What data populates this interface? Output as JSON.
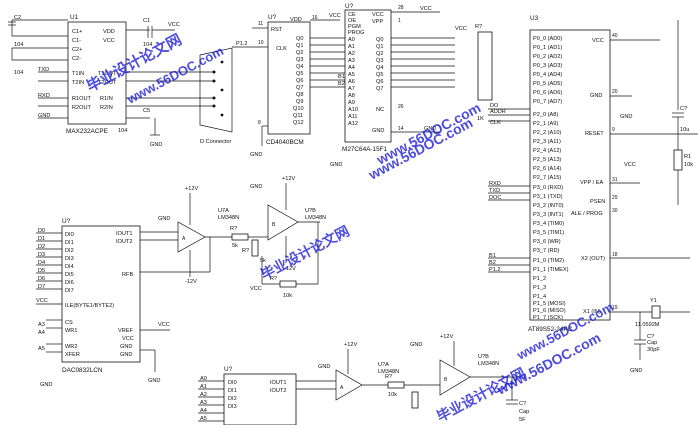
{
  "u1": {
    "ref": "U1",
    "name": "MAX232ACPE",
    "left": [
      "C1+",
      "C1-",
      "C2+",
      "C2-",
      "T1IN",
      "T2IN",
      "R1OUT",
      "R2OUT"
    ],
    "right": [
      "VDD",
      "VCC",
      "",
      "",
      "T1OUT",
      "T2OUT",
      "R1IN",
      "R2IN"
    ],
    "nets": [
      "TXD",
      "RXD",
      "GND"
    ]
  },
  "caps": [
    "C2",
    "104",
    "104",
    "C1",
    "104",
    "C5",
    "104",
    "C?",
    "10u",
    "C?",
    "Cap",
    "30pF",
    "C?",
    "Cap",
    "5F"
  ],
  "dconn": {
    "label": "D Connector"
  },
  "cd4040": {
    "ref": "U?",
    "name": "CD4040BCM",
    "left": [
      "RST",
      "CLK"
    ],
    "clk_net": "P1.2",
    "right": [
      "VDD",
      "Q0",
      "Q1",
      "Q2",
      "Q3",
      "Q4",
      "Q5",
      "Q6",
      "Q7",
      "Q8",
      "Q9",
      "Q10",
      "Q11",
      "Q12"
    ],
    "pins": [
      "11",
      "10",
      "16",
      "8"
    ]
  },
  "eprom": {
    "ref": "U?",
    "name": "M27C64A-15F1",
    "top": [
      "CE",
      "OE",
      "PGM",
      "PROG"
    ],
    "left": [
      "A0",
      "A1",
      "A2",
      "A3",
      "A4",
      "A5",
      "A6",
      "A7",
      "A8",
      "A9",
      "A10",
      "A11",
      "A12"
    ],
    "right": [
      "VCC",
      "VPP",
      "Q0",
      "Q1",
      "Q2",
      "Q3",
      "Q4",
      "Q5",
      "Q6",
      "Q7",
      "NC",
      "GND"
    ],
    "bnets": [
      "B1",
      "B2"
    ],
    "pins": [
      "28",
      "1",
      "26",
      "14"
    ]
  },
  "rpack": {
    "ref": "R?",
    "value": "1K"
  },
  "mcu": {
    "ref": "U3",
    "name": "AT89S52-24PC",
    "port0": [
      "P0_0 (AD0)",
      "P0_1 (AD1)",
      "P0_2 (AD2)",
      "P0_3 (AD3)",
      "P0_4 (AD4)",
      "P0_5 (AD5)",
      "P0_6 (AD6)",
      "P0_7 (AD7)"
    ],
    "port2": [
      "P2_0 (A8)",
      "P2_1 (A9)",
      "P2_2 (A10)",
      "P2_3 (A11)",
      "P2_4 (A12)",
      "P2_5 (A13)",
      "P2_6 (A14)",
      "P2_7 (A15)"
    ],
    "port3": [
      "P3_0 (RXD)",
      "P3_1 (TXD)",
      "P3_2 (INT0)",
      "P3_3 (INT1)",
      "P3_4 (TIM0)",
      "P3_5 (TIM1)",
      "P3_6 (WR)",
      "P3_7 (RD)"
    ],
    "port1": [
      "P1_0 (TIM2)",
      "P1_1 (TIMEX)",
      "P1_2",
      "P1_3",
      "P1_4",
      "P1_5 (MOSI)",
      "P1_6 (MISO)",
      "P1_7 (SCK)"
    ],
    "right": [
      "VCC",
      "GND",
      "RESET",
      "VPP / EA",
      "PSEN",
      "ALE / PROG",
      "X2 (OUT)",
      "X1 (IN)"
    ],
    "pins": [
      "40",
      "20",
      "9",
      "31",
      "29",
      "30",
      "18",
      "19"
    ],
    "nets": [
      "ADDR",
      "CLK",
      "DO",
      "RXD",
      "TXD",
      "DOC",
      "B1",
      "B2",
      "P1.2",
      "VCC",
      "GND"
    ]
  },
  "crystal": {
    "ref": "Y1",
    "value": "11.0592M"
  },
  "r_reset": {
    "ref": "R1",
    "value": "10k"
  },
  "dac": {
    "ref": "U?",
    "name": "DAC0832LCN",
    "left": [
      "DI0",
      "DI1",
      "DI2",
      "DI3",
      "DI4",
      "DI5",
      "DI6",
      "DI7",
      "ILE(BYTE1/BYTE2)",
      "CS",
      "WR1",
      "WR2",
      "XFER"
    ],
    "right": [
      "IOUT1",
      "IOUT2",
      "RFB",
      "VREF",
      "VCC",
      "GND",
      "GND"
    ],
    "dnets": [
      "D0",
      "D1",
      "D2",
      "D3",
      "D4",
      "D5",
      "D6",
      "D7"
    ],
    "ctrl": [
      "A3",
      "A4",
      "A5"
    ]
  },
  "dac2": {
    "ref": "U?",
    "left": [
      "DI0",
      "DI1",
      "DI2",
      "DI3"
    ],
    "right": [
      "IOUT1",
      "IOUT2"
    ],
    "anets": [
      "A0",
      "A1",
      "A2",
      "A3",
      "A4",
      "A5"
    ]
  },
  "opamps": {
    "u7a": "U7A",
    "u7b": "U?B",
    "part": "LM348N",
    "u7a2": "U?A",
    "part2": "LM348N",
    "u7b2": "U?B",
    "part3": "LM348N"
  },
  "resistors": [
    "R?",
    "5k",
    "R?",
    "10k",
    "R?",
    "5k",
    "R?",
    "10k"
  ],
  "rails": {
    "plus12": "+12V",
    "minus12": "-12V",
    "vcc": "VCC",
    "gnd": "GND"
  },
  "watermark": {
    "cn": "毕业设计论文网",
    "url": "www.56DOC.com"
  }
}
